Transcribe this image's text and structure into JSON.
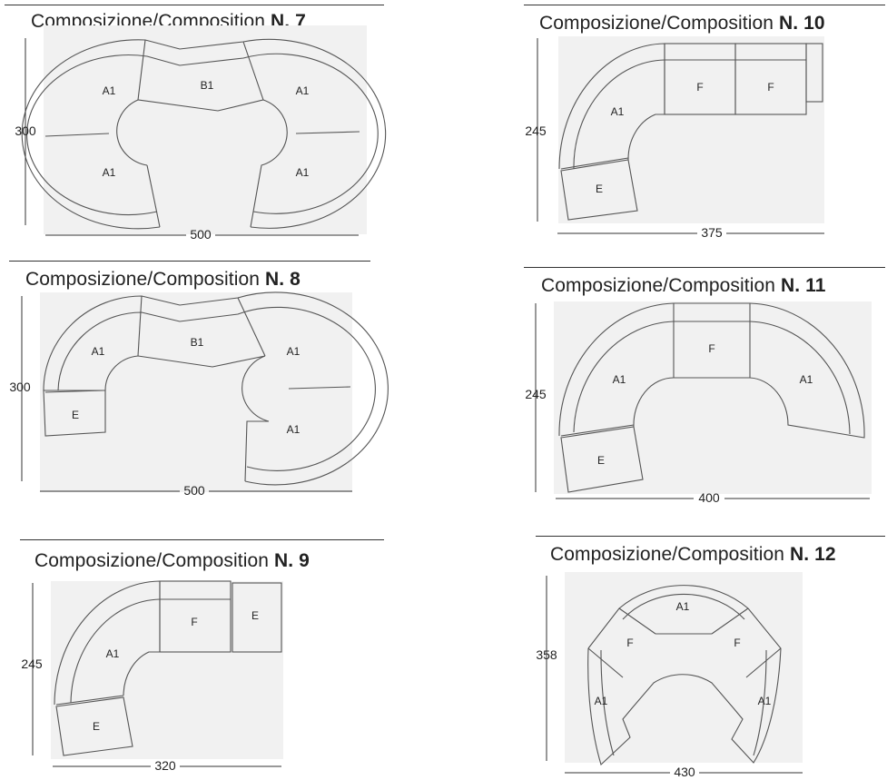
{
  "compositions": [
    {
      "title_prefix": "Composizione/Composition",
      "title_number": "N. 7",
      "height_dim": "300",
      "width_dim": "500",
      "modules": [
        "A1",
        "B1",
        "A1",
        "A1",
        "A1"
      ]
    },
    {
      "title_prefix": "Composizione/Composition",
      "title_number": "N. 10",
      "height_dim": "245",
      "width_dim": "375",
      "modules": [
        "A1",
        "F",
        "F",
        "E"
      ]
    },
    {
      "title_prefix": "Composizione/Composition",
      "title_number": "N. 8",
      "height_dim": "300",
      "width_dim": "500",
      "modules": [
        "A1",
        "B1",
        "A1",
        "E",
        "A1"
      ]
    },
    {
      "title_prefix": "Composizione/Composition",
      "title_number": "N. 11",
      "height_dim": "245",
      "width_dim": "400",
      "modules": [
        "F",
        "A1",
        "A1",
        "E"
      ]
    },
    {
      "title_prefix": "Composizione/Composition",
      "title_number": "N. 9",
      "height_dim": "245",
      "width_dim": "320",
      "modules": [
        "E",
        "F",
        "A1",
        "E"
      ]
    },
    {
      "title_prefix": "Composizione/Composition",
      "title_number": "N. 12",
      "height_dim": "358",
      "width_dim": "430",
      "modules": [
        "A1",
        "F",
        "F",
        "A1",
        "A1"
      ]
    }
  ]
}
